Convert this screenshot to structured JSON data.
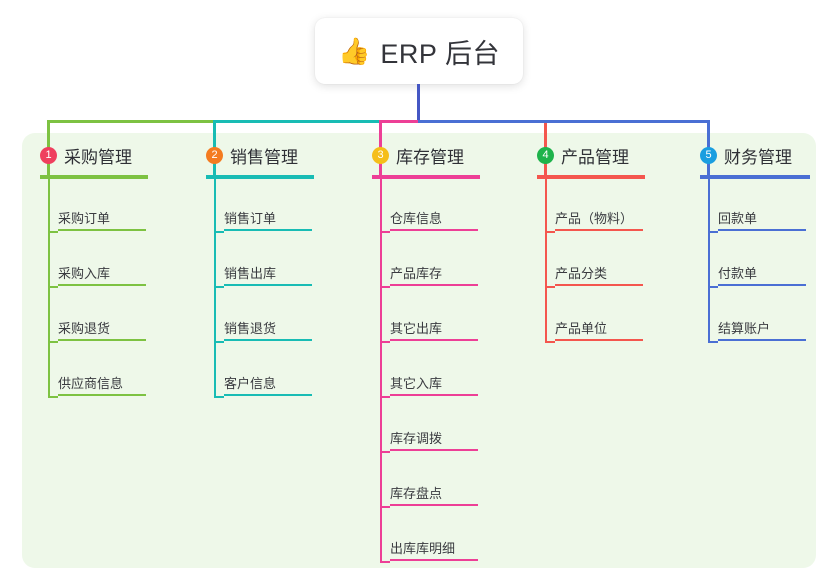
{
  "root": {
    "icon": "thumbs-up-icon",
    "emoji": "👍",
    "title": "ERP 后台",
    "trunk_color": "#4557c4"
  },
  "panel": {
    "background": "#eef8e9"
  },
  "columns": [
    {
      "index": "1",
      "title": "采购管理",
      "badge_color": "#ef3f5e",
      "line_color": "#7dc242",
      "connector_color": "#7dc242",
      "items": [
        "采购订单",
        "采购入库",
        "采购退货",
        "供应商信息"
      ]
    },
    {
      "index": "2",
      "title": "销售管理",
      "badge_color": "#f47b20",
      "line_color": "#18bcb4",
      "connector_color": "#18bcb4",
      "items": [
        "销售订单",
        "销售出库",
        "销售退货",
        "客户信息"
      ]
    },
    {
      "index": "3",
      "title": "库存管理",
      "badge_color": "#f5be19",
      "line_color": "#ed3f96",
      "connector_color": "#ed3f96",
      "items": [
        "仓库信息",
        "产品库存",
        "其它出库",
        "其它入库",
        "库存调拨",
        "库存盘点",
        "出库库明细"
      ]
    },
    {
      "index": "4",
      "title": "产品管理",
      "badge_color": "#1eb34b",
      "line_color": "#f4564e",
      "connector_color": "#f4564e",
      "items": [
        "产品（物料）",
        "产品分类",
        "产品单位"
      ]
    },
    {
      "index": "5",
      "title": "财务管理",
      "badge_color": "#1a9ee0",
      "line_color": "#4a6fd4",
      "connector_color": "#4a6fd4",
      "items": [
        "回款单",
        "付款单",
        "结算账户"
      ]
    }
  ]
}
